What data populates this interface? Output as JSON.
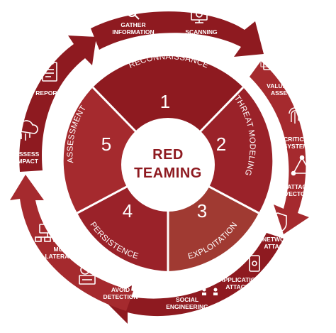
{
  "center": {
    "line1": "RED",
    "line2": "TEAMING"
  },
  "phases": [
    {
      "number": "1",
      "label": "RECONNAISSANCE"
    },
    {
      "number": "2",
      "label": "THREAT MODELING"
    },
    {
      "number": "3",
      "label": "EXPLOITATION"
    },
    {
      "number": "4",
      "label": "PERSISTENCE"
    },
    {
      "number": "5",
      "label": "ASSESSMENT"
    }
  ],
  "ring_items": {
    "gather_information": {
      "line1": "GATHER",
      "line2": "INFORMATION",
      "icon": "magnifier-icon"
    },
    "scanning": {
      "line1": "SCANNING",
      "icon": "scan-monitor-icon"
    },
    "valuable_assets": {
      "line1": "VALUABLE",
      "line2": "ASSETS",
      "icon": "money-icon"
    },
    "critical_systems": {
      "line1": "CRITICAL",
      "line2": "SYSTEMS",
      "icon": "fingerprint-icon"
    },
    "attack_vectors": {
      "line1": "ATTACK",
      "line2": "VECTORS",
      "icon": "network-triangle-icon"
    },
    "network_attacks": {
      "line1": "NETWORK",
      "line2": "ATTACKS",
      "icon": "shield-icon"
    },
    "application_attacks": {
      "line1": "APPLICATION",
      "line2": "ATTACKS",
      "icon": "phone-bug-icon"
    },
    "social_engineering": {
      "line1": "SOCIAL",
      "line2": "ENGINEERING",
      "icon": "people-icon"
    },
    "avoid_detection": {
      "line1": "AVOID",
      "line2": "DETECTION",
      "icon": "hand-keyboard-icon"
    },
    "move_laterally": {
      "line1": "MOVE",
      "line2": "LATERALLY",
      "icon": "sitemap-icon"
    },
    "assess_impact": {
      "line1": "ASSESS",
      "line2": "IMPACT",
      "icon": "cloud-chip-icon"
    },
    "report": {
      "line1": "REPORT",
      "icon": "clipboard-icon"
    }
  },
  "colors": {
    "dark_red": "#8e1a20",
    "mid_red": "#a52a2e",
    "light_red": "#b13a37",
    "segment_3": "#a03a32",
    "white": "#ffffff"
  }
}
